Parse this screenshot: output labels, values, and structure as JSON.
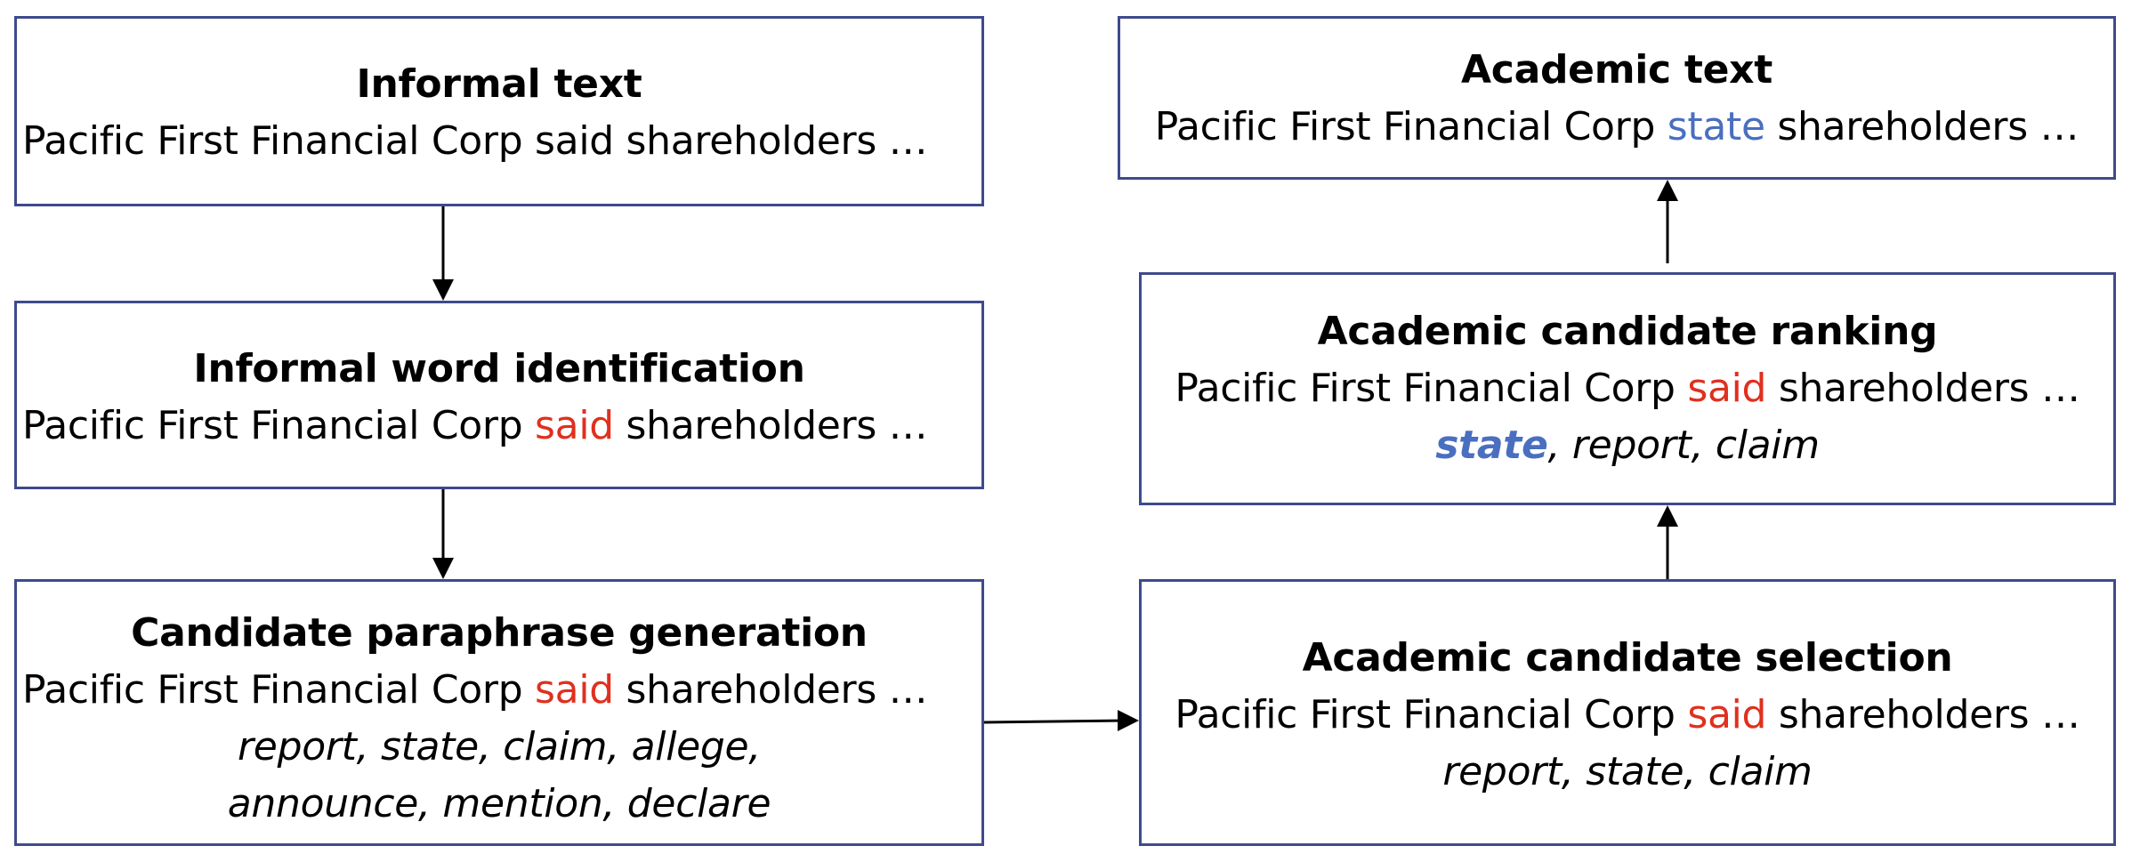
{
  "boxes": {
    "informal_text": {
      "title": "Informal text",
      "sentence": {
        "before": "Pacific First Financial Corp ",
        "word": "said",
        "after": " shareholders …"
      }
    },
    "informal_word_identification": {
      "title": "Informal word identification",
      "sentence": {
        "before": "Pacific First Financial Corp ",
        "word": "said",
        "after": " shareholders …"
      }
    },
    "candidate_paraphrase_generation": {
      "title": "Candidate paraphrase generation",
      "sentence": {
        "before": "Pacific First Financial Corp ",
        "word": "said",
        "after": " shareholders …"
      },
      "candidates_line1": "report, state, claim, allege,",
      "candidates_line2": "announce, mention, declare"
    },
    "academic_candidate_selection": {
      "title": "Academic candidate selection",
      "sentence": {
        "before": "Pacific First Financial Corp ",
        "word": "said",
        "after": " shareholders …"
      },
      "candidates": "report, state, claim"
    },
    "academic_candidate_ranking": {
      "title": "Academic candidate ranking",
      "sentence": {
        "before": "Pacific First Financial Corp ",
        "word": "said",
        "after": " shareholders …"
      },
      "top_candidate": "state",
      "other_candidates": ", report, claim"
    },
    "academic_text": {
      "title": "Academic text",
      "sentence": {
        "before": "Pacific First Financial Corp ",
        "word": "state",
        "after": " shareholders …"
      }
    }
  },
  "colors": {
    "box_border": "#3f4a8c",
    "informal_word": "#e0301e",
    "academic_word": "#4a6fc0",
    "arrow": "#000000"
  }
}
